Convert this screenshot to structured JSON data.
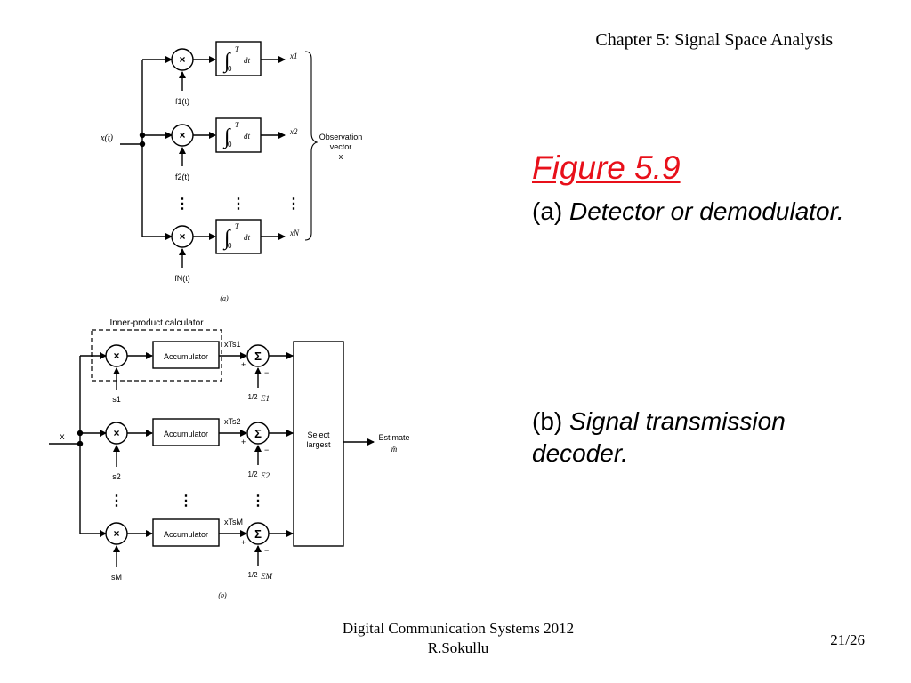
{
  "header": {
    "chapter": "Chapter 5: Signal Space Analysis"
  },
  "figure": {
    "title": "Figure 5.9",
    "caption_a_paren": "(a)",
    "caption_a_text": " Detector or demodulator.",
    "caption_b_paren": "(b)",
    "caption_b_text": " Signal transmission decoder."
  },
  "diagram_a": {
    "input": "x(t)",
    "multiplier": "×",
    "integral_upper": "T",
    "integral_lower": "0",
    "integral_dt": "dt",
    "basis": [
      "f1(t)",
      "f2(t)",
      "fN(t)"
    ],
    "outputs": [
      "x1",
      "x2",
      "xN"
    ],
    "brace_label": [
      "Observation",
      "vector",
      "x"
    ],
    "sublabel": "(a)"
  },
  "diagram_b": {
    "box_label": "Inner-product calculator",
    "input": "x",
    "accumulator": "Accumulator",
    "products": [
      "xTs1",
      "xTs2",
      "xTsM"
    ],
    "signals": [
      "s1",
      "s2",
      "sM"
    ],
    "energies": [
      "E1",
      "E2",
      "EM"
    ],
    "half": "1/2",
    "plus": "+",
    "minus": "−",
    "sum": "Σ",
    "select": [
      "Select",
      "largest"
    ],
    "estimate": "Estimate",
    "estimate_symbol": "m̂",
    "sublabel": "(b)"
  },
  "footer": {
    "line1": "Digital Communication Systems 2012",
    "line2": "R.Sokullu"
  },
  "page": {
    "number": "21/26"
  },
  "colors": {
    "title": "#e8101a",
    "text": "#000000",
    "background": "#ffffff"
  }
}
